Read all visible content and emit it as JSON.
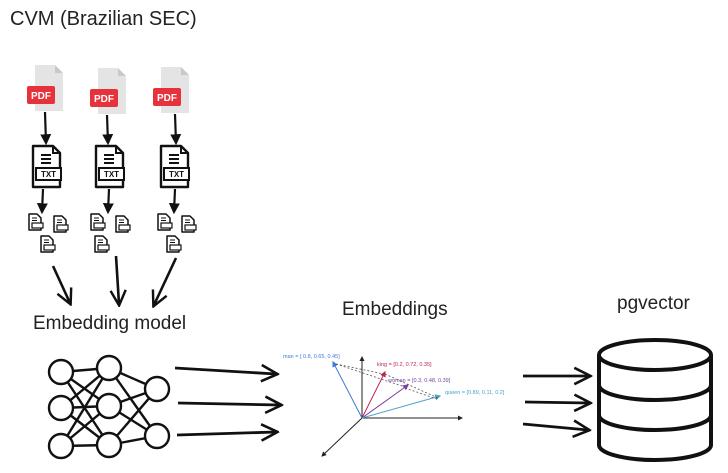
{
  "title": "CVM (Brazilian SEC)",
  "pdf_label": "PDF",
  "txt_label": "TXT",
  "embedding_model_label": "Embedding model",
  "embeddings_label": "Embeddings",
  "pgvector_label": "pgvector",
  "vector_labels": {
    "man": "man = [ 0.8, 0.65, 0.45]",
    "king": "king = [0.2, 0.72, 0.35]",
    "woman": "woman = [0.3, 0.48, 0.39]",
    "queen": "queen = [0.89, 0.11, 0.2]"
  },
  "colors": {
    "pdf_badge": "#e5323b",
    "page_gray": "#e4e4e4",
    "man": "#3e7bd6",
    "king": "#c0264c",
    "woman": "#7a3f9e",
    "queen": "#4aa2c9"
  }
}
